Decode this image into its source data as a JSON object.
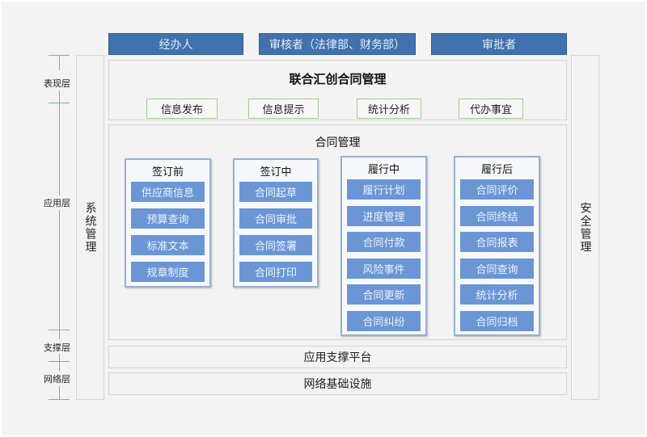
{
  "roles": [
    "经办人",
    "审核者（法律部、财务部）",
    "审批者"
  ],
  "side": {
    "left": "系统管理",
    "right": "安全管理"
  },
  "layers": [
    "表现层",
    "应用层",
    "支撑层",
    "网络层"
  ],
  "presentation": {
    "title": "联合汇创合同管理",
    "items": [
      "信息发布",
      "信息提示",
      "统计分析",
      "代办事宜"
    ]
  },
  "app": {
    "title": "合同管理",
    "groups": [
      {
        "title": "签订前",
        "items": [
          "供应商信息",
          "预算查询",
          "标准文本",
          "规章制度"
        ]
      },
      {
        "title": "签订中",
        "items": [
          "合同起草",
          "合同审批",
          "合同签署",
          "合同打印"
        ]
      },
      {
        "title": "履行中",
        "items": [
          "履行计划",
          "进度管理",
          "合同付款",
          "风险事件",
          "合同更新",
          "合同纠纷"
        ]
      },
      {
        "title": "履行后",
        "items": [
          "合同评价",
          "合同终结",
          "合同报表",
          "合同查询",
          "统计分析",
          "合同归档"
        ]
      }
    ]
  },
  "support": "应用支撑平台",
  "network": "网络基础设施"
}
